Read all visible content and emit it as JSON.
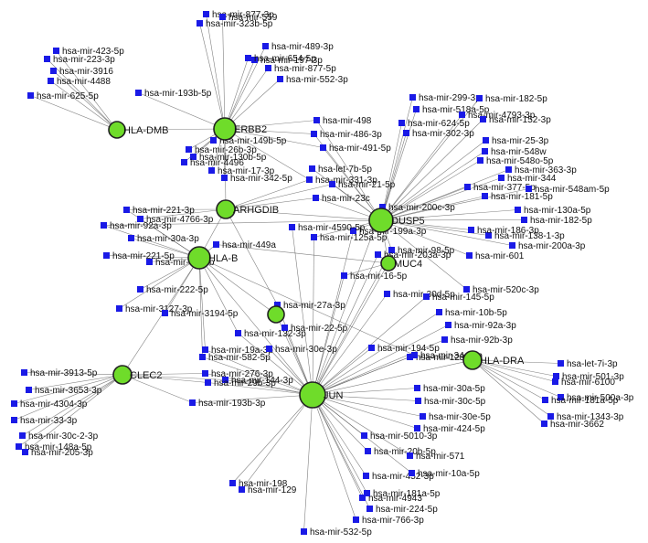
{
  "network": {
    "colors": {
      "gene_fill": "#6fdc2a",
      "mirna_fill": "#1a1ae6",
      "edge": "#555555"
    },
    "genes": [
      {
        "id": "HLA-DMB",
        "label": "HLA-DMB"
      },
      {
        "id": "ERBB2",
        "label": "ERBB2"
      },
      {
        "id": "DUSP5",
        "label": "DUSP5"
      },
      {
        "id": "ARHGDIB",
        "label": "ARHGDIB"
      },
      {
        "id": "HLA-B",
        "label": "HLA-B"
      },
      {
        "id": "MUC4",
        "label": "MUC4"
      },
      {
        "id": "CLEC2",
        "label": "CLEC2"
      },
      {
        "id": "JUN",
        "label": "JUN"
      },
      {
        "id": "HLA-DRA",
        "label": "HLA-DRA"
      },
      {
        "id": "GENE-C",
        "label": ""
      }
    ],
    "mirnas": [
      {
        "label": "hsa-mir-877-3p",
        "targets": [
          "ERBB2"
        ]
      },
      {
        "label": "hsa-mir-559",
        "targets": [
          "ERBB2"
        ]
      },
      {
        "label": "hsa-mir-489-3p",
        "targets": [
          "ERBB2"
        ]
      },
      {
        "label": "hsa-mir-323b-5p",
        "targets": [
          "ERBB2"
        ]
      },
      {
        "label": "hsa-mir-197-3p",
        "targets": [
          "ERBB2"
        ]
      },
      {
        "label": "hsa-mir-877-5p",
        "targets": [
          "ERBB2"
        ]
      },
      {
        "label": "hsa-mir-552-3p",
        "targets": [
          "ERBB2"
        ]
      },
      {
        "label": "hsa-mir-654-5p",
        "targets": [
          "ERBB2"
        ]
      },
      {
        "label": "hsa-mir-423-5p",
        "targets": [
          "HLA-DMB"
        ]
      },
      {
        "label": "hsa-mir-223-3p",
        "targets": [
          "HLA-DMB"
        ]
      },
      {
        "label": "hsa-mir-3916",
        "targets": [
          "HLA-DMB"
        ]
      },
      {
        "label": "hsa-mir-4488",
        "targets": [
          "HLA-DMB"
        ]
      },
      {
        "label": "hsa-mir-625-5p",
        "targets": [
          "HLA-DMB"
        ]
      },
      {
        "label": "hsa-mir-193b-5p",
        "targets": [
          "ERBB2"
        ]
      },
      {
        "label": "hsa-mir-498",
        "targets": [
          "ERBB2",
          "DUSP5"
        ]
      },
      {
        "label": "hsa-mir-486-3p",
        "targets": [
          "ERBB2",
          "DUSP5"
        ]
      },
      {
        "label": "hsa-mir-491-5p",
        "targets": [
          "ERBB2",
          "DUSP5"
        ]
      },
      {
        "label": "hsa-mir-149b-5p",
        "targets": [
          "ERBB2"
        ]
      },
      {
        "label": "hsa-mir-26b-3p",
        "targets": [
          "ERBB2"
        ]
      },
      {
        "label": "hsa-mir-130b-5p",
        "targets": [
          "ERBB2"
        ]
      },
      {
        "label": "hsa-mir-4496",
        "targets": [
          "ERBB2"
        ]
      },
      {
        "label": "hsa-mir-17-3p",
        "targets": [
          "ERBB2"
        ]
      },
      {
        "label": "hsa-mir-342-5p",
        "targets": [
          "ERBB2"
        ]
      },
      {
        "label": "hsa-mir-331-3p",
        "targets": [
          "ERBB2",
          "ARHGDIB"
        ]
      },
      {
        "label": "hsa-mir-21-5p",
        "targets": [
          "DUSP5",
          "ARHGDIB"
        ]
      },
      {
        "label": "hsa-let-7b-5p",
        "targets": [
          "DUSP5"
        ]
      },
      {
        "label": "hsa-mir-23c",
        "targets": [
          "ARHGDIB",
          "DUSP5"
        ]
      },
      {
        "label": "hsa-mir-221-3p",
        "targets": [
          "ARHGDIB",
          "HLA-B"
        ]
      },
      {
        "label": "hsa-mir-4766-3p",
        "targets": [
          "ARHGDIB",
          "HLA-B"
        ]
      },
      {
        "label": "hsa-mir-92a-3p",
        "targets": [
          "HLA-B",
          "DUSP5"
        ]
      },
      {
        "label": "hsa-mir-449a",
        "targets": [
          "HLA-B",
          "MUC4"
        ]
      },
      {
        "label": "hsa-mir-30a-3p",
        "targets": [
          "HLA-B"
        ]
      },
      {
        "label": "hsa-mir-221-5p",
        "targets": [
          "HLA-B"
        ]
      },
      {
        "label": "hsa-mir-4433b",
        "targets": [
          "HLA-B"
        ]
      },
      {
        "label": "hsa-mir-222-5p",
        "targets": [
          "HLA-B"
        ]
      },
      {
        "label": "hsa-mir-3127-3p",
        "targets": [
          "HLA-B"
        ]
      },
      {
        "label": "hsa-mir-3194-5p",
        "targets": [
          "HLA-B"
        ]
      },
      {
        "label": "hsa-mir-199a-3p",
        "targets": [
          "DUSP5",
          "JUN"
        ]
      },
      {
        "label": "hsa-mir-125a-5p",
        "targets": [
          "DUSP5",
          "JUN"
        ]
      },
      {
        "label": "hsa-mir-98-5p",
        "targets": [
          "DUSP5",
          "JUN"
        ]
      },
      {
        "label": "hsa-mir-203a-3p",
        "targets": [
          "MUC4",
          "JUN"
        ]
      },
      {
        "label": "hsa-mir-16-5p",
        "targets": [
          "MUC4",
          "JUN"
        ]
      },
      {
        "label": "hsa-mir-30d-5p",
        "targets": [
          "JUN"
        ]
      },
      {
        "label": "hsa-mir-145-5p",
        "targets": [
          "JUN"
        ]
      },
      {
        "label": "hsa-mir-10b-5p",
        "targets": [
          "JUN"
        ]
      },
      {
        "label": "hsa-mir-520c-3p",
        "targets": [
          "DUSP5"
        ]
      },
      {
        "label": "hsa-mir-92a-3p",
        "targets": [
          "JUN"
        ]
      },
      {
        "label": "hsa-mir-92b-3p",
        "targets": [
          "JUN"
        ]
      },
      {
        "label": "hsa-mir-299-3p",
        "targets": [
          "DUSP5"
        ]
      },
      {
        "label": "hsa-mir-182-5p",
        "targets": [
          "DUSP5"
        ]
      },
      {
        "label": "hsa-mir-518a-5p",
        "targets": [
          "DUSP5"
        ]
      },
      {
        "label": "hsa-mir-4793-3p",
        "targets": [
          "DUSP5"
        ]
      },
      {
        "label": "hsa-mir-152-3p",
        "targets": [
          "DUSP5"
        ]
      },
      {
        "label": "hsa-mir-624-5p",
        "targets": [
          "DUSP5"
        ]
      },
      {
        "label": "hsa-mir-302-3p",
        "targets": [
          "DUSP5"
        ]
      },
      {
        "label": "hsa-mir-25-3p",
        "targets": [
          "DUSP5"
        ]
      },
      {
        "label": "hsa-mir-548w",
        "targets": [
          "DUSP5"
        ]
      },
      {
        "label": "hsa-mir-548o-5p",
        "targets": [
          "DUSP5"
        ]
      },
      {
        "label": "hsa-mir-363-3p",
        "targets": [
          "DUSP5"
        ]
      },
      {
        "label": "hsa-mir-344",
        "targets": [
          "DUSP5"
        ]
      },
      {
        "label": "hsa-mir-377-5p",
        "targets": [
          "DUSP5"
        ]
      },
      {
        "label": "hsa-mir-548am-5p",
        "targets": [
          "DUSP5"
        ]
      },
      {
        "label": "hsa-mir-181-5p",
        "targets": [
          "DUSP5"
        ]
      },
      {
        "label": "hsa-mir-130a-5p",
        "targets": [
          "DUSP5"
        ]
      },
      {
        "label": "hsa-mir-182-5p",
        "targets": [
          "DUSP5"
        ]
      },
      {
        "label": "hsa-mir-138-1-3p",
        "targets": [
          "DUSP5"
        ]
      },
      {
        "label": "hsa-mir-200a-3p",
        "targets": [
          "DUSP5"
        ]
      },
      {
        "label": "hsa-mir-601",
        "targets": [
          "DUSP5"
        ]
      },
      {
        "label": "hsa-mir-186-3p",
        "targets": [
          "DUSP5"
        ]
      },
      {
        "label": "hsa-mir-132-3p",
        "targets": [
          "JUN",
          "HLA-B"
        ]
      },
      {
        "label": "hsa-mir-19a-3p",
        "targets": [
          "JUN",
          "HLA-B"
        ]
      },
      {
        "label": "hsa-mir-582-5p",
        "targets": [
          "JUN",
          "HLA-B"
        ]
      },
      {
        "label": "hsa-mir-22-5p",
        "targets": [
          "JUN"
        ]
      },
      {
        "label": "hsa-mir-30e-3p",
        "targets": [
          "JUN"
        ]
      },
      {
        "label": "hsa-mir-194-5p",
        "targets": [
          "JUN"
        ]
      },
      {
        "label": "hsa-mir-128-3p",
        "targets": [
          "JUN",
          "HLA-DRA"
        ]
      },
      {
        "label": "hsa-let-7i-3p",
        "targets": [
          "HLA-DRA"
        ]
      },
      {
        "label": "hsa-mir-501-3p",
        "targets": [
          "HLA-DRA"
        ]
      },
      {
        "label": "hsa-mir-6100",
        "targets": [
          "HLA-DRA"
        ]
      },
      {
        "label": "hsa-mir-500a-3p",
        "targets": [
          "HLA-DRA"
        ]
      },
      {
        "label": "hsa-mir-181a-5p",
        "targets": [
          "HLA-DRA"
        ]
      },
      {
        "label": "hsa-mir-1343-3p",
        "targets": [
          "HLA-DRA"
        ]
      },
      {
        "label": "hsa-mir-3662",
        "targets": [
          "HLA-DRA"
        ]
      },
      {
        "label": "hsa-mir-3913-5p",
        "targets": [
          "CLEC2"
        ]
      },
      {
        "label": "hsa-mir-276-3p",
        "targets": [
          "CLEC2",
          "JUN"
        ]
      },
      {
        "label": "hsa-mir-144-3p",
        "targets": [
          "CLEC2",
          "JUN"
        ]
      },
      {
        "label": "hsa-mir-3653-3p",
        "targets": [
          "CLEC2"
        ]
      },
      {
        "label": "hsa-mir-4304-3p",
        "targets": [
          "CLEC2"
        ]
      },
      {
        "label": "hsa-mir-33-3p",
        "targets": [
          "CLEC2"
        ]
      },
      {
        "label": "hsa-mir-30c-2-3p",
        "targets": [
          "CLEC2"
        ]
      },
      {
        "label": "hsa-mir-148a-5p",
        "targets": [
          "CLEC2"
        ]
      },
      {
        "label": "hsa-mir-205-3p",
        "targets": [
          "CLEC2"
        ]
      },
      {
        "label": "hsa-mir-29b-3p",
        "targets": [
          "CLEC2",
          "JUN"
        ]
      },
      {
        "label": "hsa-mir-193b-3p",
        "targets": [
          "CLEC2",
          "JUN"
        ]
      },
      {
        "label": "hsa-mir-30a-5p",
        "targets": [
          "JUN"
        ]
      },
      {
        "label": "hsa-mir-30c-5p",
        "targets": [
          "JUN"
        ]
      },
      {
        "label": "hsa-mir-30e-5p",
        "targets": [
          "JUN"
        ]
      },
      {
        "label": "hsa-mir-424-5p",
        "targets": [
          "JUN"
        ]
      },
      {
        "label": "hsa-mir-5010-3p",
        "targets": [
          "JUN"
        ]
      },
      {
        "label": "hsa-mir-20b-5p",
        "targets": [
          "JUN"
        ]
      },
      {
        "label": "hsa-mir-571",
        "targets": [
          "JUN"
        ]
      },
      {
        "label": "hsa-mir-452-3p",
        "targets": [
          "JUN"
        ]
      },
      {
        "label": "hsa-mir-10a-5p",
        "targets": [
          "JUN"
        ]
      },
      {
        "label": "hsa-mir-4943",
        "targets": [
          "JUN"
        ]
      },
      {
        "label": "hsa-mir-224-5p",
        "targets": [
          "JUN"
        ]
      },
      {
        "label": "hsa-mir-766-3p",
        "targets": [
          "JUN"
        ]
      },
      {
        "label": "hsa-mir-532-5p",
        "targets": [
          "JUN"
        ]
      },
      {
        "label": "hsa-mir-198",
        "targets": [
          "JUN"
        ]
      },
      {
        "label": "hsa-mir-129",
        "targets": [
          "JUN"
        ]
      },
      {
        "label": "hsa-mir-181a-5p",
        "targets": [
          "JUN"
        ]
      },
      {
        "label": "hsa-mir-4590-5p",
        "targets": [
          "JUN"
        ]
      },
      {
        "label": "hsa-mir-27a-3p",
        "targets": [
          "ARHGDIB",
          "JUN"
        ]
      },
      {
        "label": "hsa-mir-34a-5p",
        "targets": [
          "HLA-B",
          "JUN"
        ]
      },
      {
        "label": "hsa-mir-200c-3p",
        "targets": [
          "JUN",
          "DUSP5"
        ]
      },
      {
        "label": "hsa-mir-148a-3p",
        "targets": [
          "ARHGDIB",
          "DUSP5"
        ]
      }
    ]
  }
}
